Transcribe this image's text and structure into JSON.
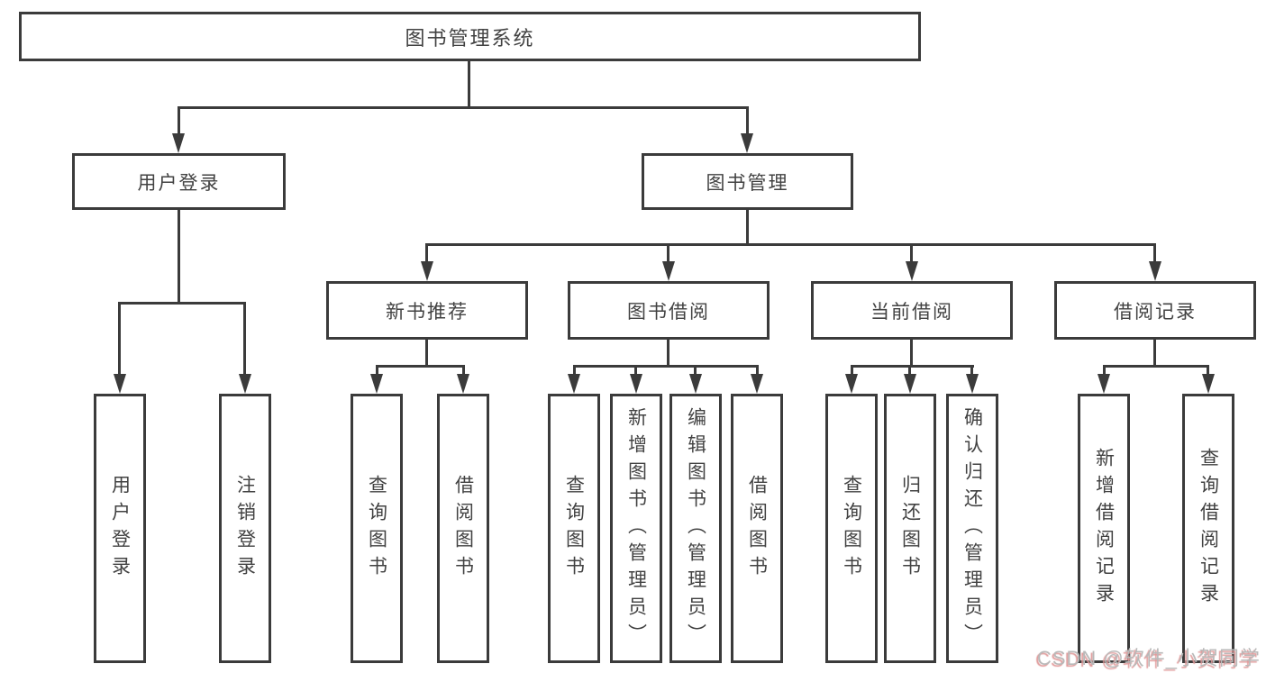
{
  "colors": {
    "line": "#3b3b3b",
    "text": "#424242",
    "watermark": "#b9b9b9",
    "watermark_shadow": "#e09a9a",
    "bg": "#ffffff"
  },
  "watermark": "CSDN @软件_小贺同学",
  "tree": {
    "root": {
      "label": "图书管理系统"
    },
    "branches": [
      {
        "label": "用户登录",
        "children": [
          {
            "label": "用户登录"
          },
          {
            "label": "注销登录"
          }
        ]
      },
      {
        "label": "图书管理",
        "sections": [
          {
            "label": "新书推荐",
            "children": [
              {
                "label": "查询图书"
              },
              {
                "label": "借阅图书"
              }
            ]
          },
          {
            "label": "图书借阅",
            "children": [
              {
                "label": "查询图书"
              },
              {
                "label": "新增图书（管理员）"
              },
              {
                "label": "编辑图书（管理员）"
              },
              {
                "label": "借阅图书"
              }
            ]
          },
          {
            "label": "当前借阅",
            "children": [
              {
                "label": "查询图书"
              },
              {
                "label": "归还图书"
              },
              {
                "label": "确认归还（管理员）"
              }
            ]
          },
          {
            "label": "借阅记录",
            "children": [
              {
                "label": "新增借阅记录"
              },
              {
                "label": "查询借阅记录"
              }
            ]
          }
        ]
      }
    ]
  }
}
